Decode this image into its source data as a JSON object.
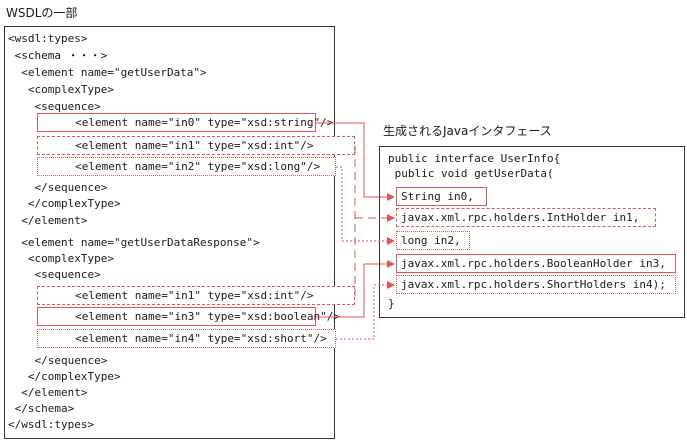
{
  "diagram": {
    "left_title": "WSDLの一部",
    "right_title": "生成されるJavaインタフェース",
    "wsdl_lines": [
      "<wsdl:types>",
      " <schema ・・・>",
      "  <element name=\"getUserData\">",
      "   <complexType>",
      "    <sequence>",
      "     <element name=\"in0\" type=\"xsd:string\"/>",
      "     <element name=\"in1\" type=\"xsd:int\"/>",
      "     <element name=\"in2\" type=\"xsd:long\"/>",
      "    </sequence>",
      "   </complexType>",
      "  </element>",
      "  <element name=\"getUserDataResponse\">",
      "   <complexType>",
      "    <sequence>",
      "     <element name=\"in1\" type=\"xsd:int\"/>",
      "     <element name=\"in3\" type=\"xsd:boolean\"/>",
      "     <element name=\"in4\" type=\"xsd:short\"/>",
      "    </sequence>",
      "   </complexType>",
      "  </element>",
      " </schema>",
      "</wsdl:types>"
    ],
    "java_header": [
      "public interface UserInfo{",
      " public void getUserData("
    ],
    "java_params": [
      "String in0,",
      "javax.xml.rpc.holders.IntHolder in1,",
      "long in2,",
      "javax.xml.rpc.holders.BooleanHolder in3,",
      "javax.xml.rpc.holders.ShortHolders in4);"
    ],
    "java_footer": "}",
    "colors": {
      "connector": "#e05555",
      "border": "#333333"
    }
  }
}
